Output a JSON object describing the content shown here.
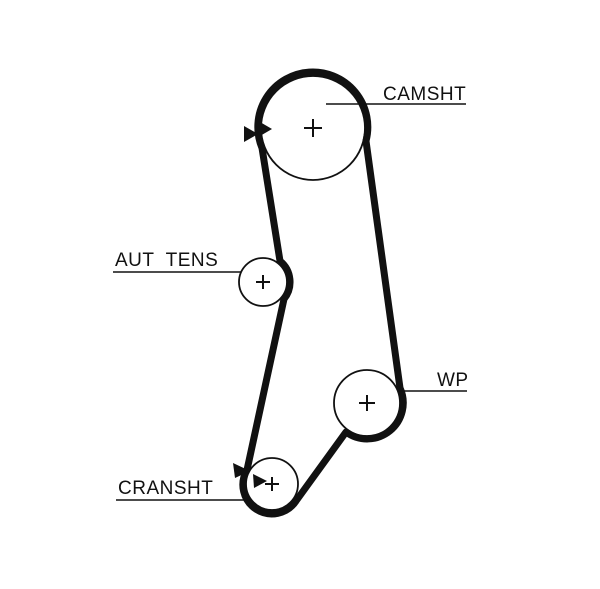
{
  "diagram": {
    "type": "timing-belt-routing",
    "background_color": "#ffffff",
    "line_color": "#111111",
    "labels": {
      "camshaft": "CAMSHT",
      "tensioner": "AUT TENS",
      "water_pump": "WP",
      "crankshaft": "CRANSHT"
    },
    "pulleys": [
      {
        "name": "camshaft",
        "center_mark": "+"
      },
      {
        "name": "automatic-tensioner",
        "center_mark": "+"
      },
      {
        "name": "water-pump",
        "center_mark": "+"
      },
      {
        "name": "crankshaft",
        "center_mark": "+"
      }
    ]
  }
}
